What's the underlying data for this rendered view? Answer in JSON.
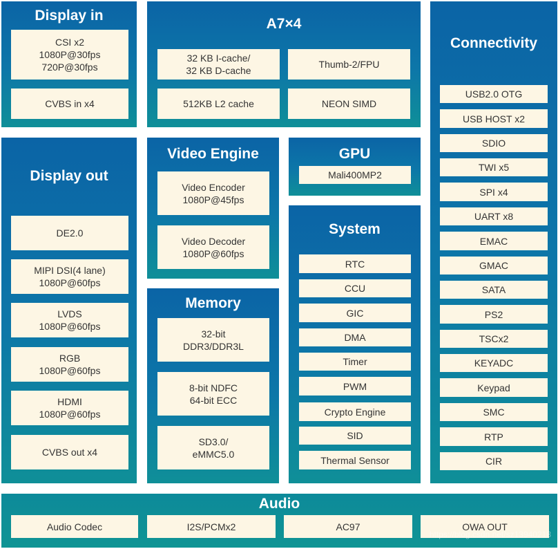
{
  "display_in": {
    "title": "Display in",
    "csi": [
      "CSI x2",
      "1080P@30fps",
      "720P@30fps"
    ],
    "cvbs_in": "CVBS in x4"
  },
  "cpu": {
    "title": "A7×4",
    "cache": [
      "32 KB I-cache/",
      "32 KB D-cache"
    ],
    "thumb": "Thumb-2/FPU",
    "l2": "512KB L2 cache",
    "neon": "NEON SIMD"
  },
  "connectivity": {
    "title": "Connectivity",
    "items": [
      "USB2.0 OTG",
      "USB HOST x2",
      "SDIO",
      "TWI x5",
      "SPI x4",
      "UART x8",
      "EMAC",
      "GMAC",
      "SATA",
      "PS2",
      "TSCx2",
      "KEYADC",
      "Keypad",
      "SMC",
      "RTP",
      "CIR"
    ]
  },
  "display_out": {
    "title": "Display out",
    "de": "DE2.0",
    "mipi": [
      "MIPI DSI(4 lane)",
      "1080P@60fps"
    ],
    "lvds": [
      "LVDS",
      "1080P@60fps"
    ],
    "rgb": [
      "RGB",
      "1080P@60fps"
    ],
    "hdmi": [
      "HDMI",
      "1080P@60fps"
    ],
    "cvbs_out": "CVBS out x4"
  },
  "video_engine": {
    "title": "Video Engine",
    "encoder": [
      "Video Encoder",
      "1080P@45fps"
    ],
    "decoder": [
      "Video Decoder",
      "1080P@60fps"
    ]
  },
  "gpu": {
    "title": "GPU",
    "item": "Mali400MP2"
  },
  "system": {
    "title": "System",
    "items": [
      "RTC",
      "CCU",
      "GIC",
      "DMA",
      "Timer",
      "PWM",
      "Crypto Engine",
      "SID",
      "Thermal Sensor"
    ]
  },
  "memory": {
    "title": "Memory",
    "ddr": [
      "32-bit",
      "DDR3/DDR3L"
    ],
    "nand": [
      "8-bit NDFC",
      "64-bit ECC"
    ],
    "sd": [
      "SD3.0/",
      "eMMC5.0"
    ]
  },
  "audio": {
    "title": "Audio",
    "items": [
      "Audio Codec",
      "I2S/PCMx2",
      "AC97",
      "OWA OUT"
    ]
  },
  "watermark": "https://blog.csdn.net/sz13940218"
}
